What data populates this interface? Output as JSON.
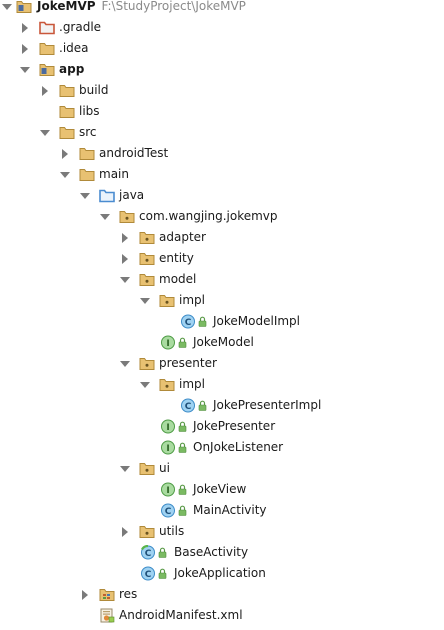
{
  "project_tree": {
    "root": {
      "name": "JokeMVP",
      "path": "F:\\StudyProject\\JokeMVP"
    },
    "nodes": {
      "gradle": ".gradle",
      "idea": ".idea",
      "app": "app",
      "build": "build",
      "libs": "libs",
      "src": "src",
      "androidTest": "androidTest",
      "main": "main",
      "java": "java",
      "package": "com.wangjing.jokemvp",
      "adapter": "adapter",
      "entity": "entity",
      "model": "model",
      "model_impl": "impl",
      "joke_model_impl": "JokeModelImpl",
      "joke_model": "JokeModel",
      "presenter": "presenter",
      "presenter_impl": "impl",
      "joke_presenter_impl": "JokePresenterImpl",
      "joke_presenter": "JokePresenter",
      "on_joke_listener": "OnJokeListener",
      "ui": "ui",
      "joke_view": "JokeView",
      "main_activity": "MainActivity",
      "utils": "utils",
      "base_activity": "BaseActivity",
      "joke_application": "JokeApplication",
      "res": "res",
      "manifest": "AndroidManifest.xml"
    },
    "icons": {
      "class": "C",
      "interface": "I"
    },
    "colors": {
      "folder_fill": "#e8c172",
      "folder_stroke": "#b08a3a",
      "excluded_folder_fill": "#e4775a",
      "source_folder_fill": "#6aa8e6",
      "class_icon": "#6bb6e8",
      "interface_icon": "#6cc070",
      "lock_fill": "#7aba62",
      "path_text": "#8a8a8a"
    }
  }
}
